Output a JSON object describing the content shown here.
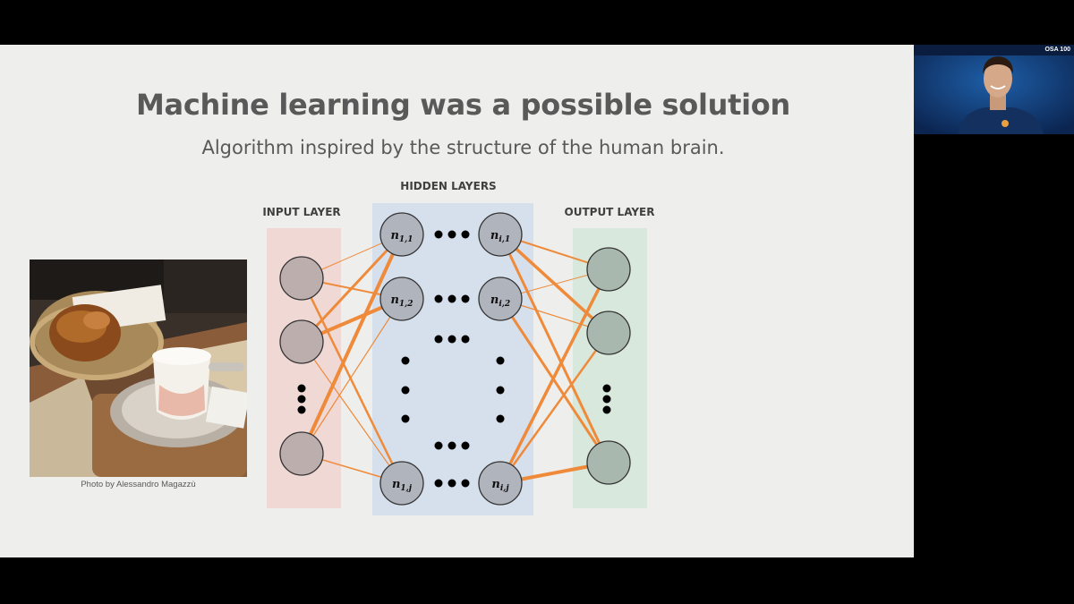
{
  "slide": {
    "title": "Machine learning was a possible solution",
    "subtitle": "Algorithm inspired by the structure of the human brain.",
    "photo_caption": "Photo by Alessandro Magazzù",
    "photo_subject": "brioche-and-cappuccino-photo"
  },
  "network": {
    "input_label": "INPUT LAYER",
    "hidden_label": "HIDDEN LAYERS",
    "output_label": "OUTPUT LAYER",
    "nodes": {
      "n11_base": "n",
      "n11_sub": "1,1",
      "n12_base": "n",
      "n12_sub": "1,2",
      "n1j_base": "n",
      "n1j_sub": "1,j",
      "ni1_base": "n",
      "ni1_sub": "i,1",
      "ni2_base": "n",
      "ni2_sub": "i,2",
      "nij_base": "n",
      "nij_sub": "i,j"
    },
    "colors": {
      "input_band": "#f0d8d4",
      "hidden_band": "#d6e0ec",
      "output_band": "#d8e8dc",
      "connection": "#ee8a3a",
      "input_node": "#bcaeac",
      "hidden_node": "#b0b4bc",
      "output_node": "#a9b8ae"
    }
  },
  "webcam": {
    "watermark": "OSA 100"
  }
}
